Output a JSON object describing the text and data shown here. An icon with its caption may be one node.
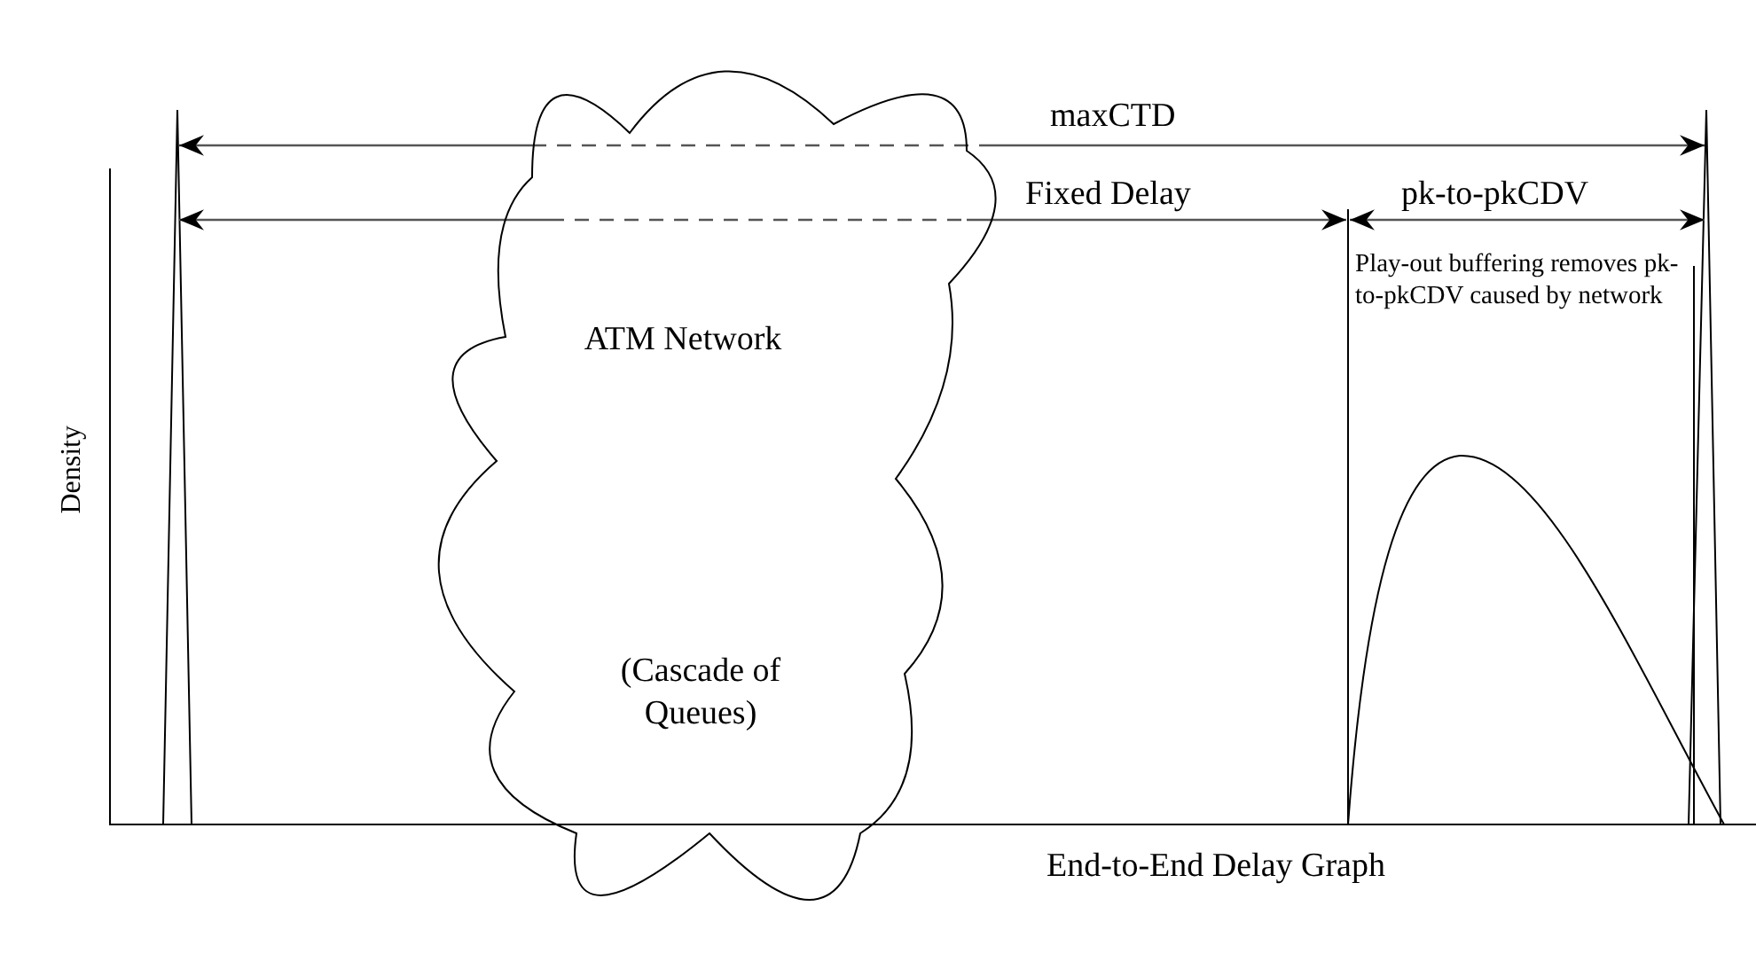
{
  "diagram": {
    "caption": "End-to-End Delay Graph",
    "nodes": [
      {
        "text": [
          "ATM Network",
          "(Cascade of Queues)"
        ]
      }
    ],
    "edges": [],
    "labels": [
      "maxCTD",
      "Fixed Delay",
      "pk-to-pkCDV",
      "Play-out buffering removes pk-to-pkCDV caused by network",
      "Density"
    ]
  }
}
